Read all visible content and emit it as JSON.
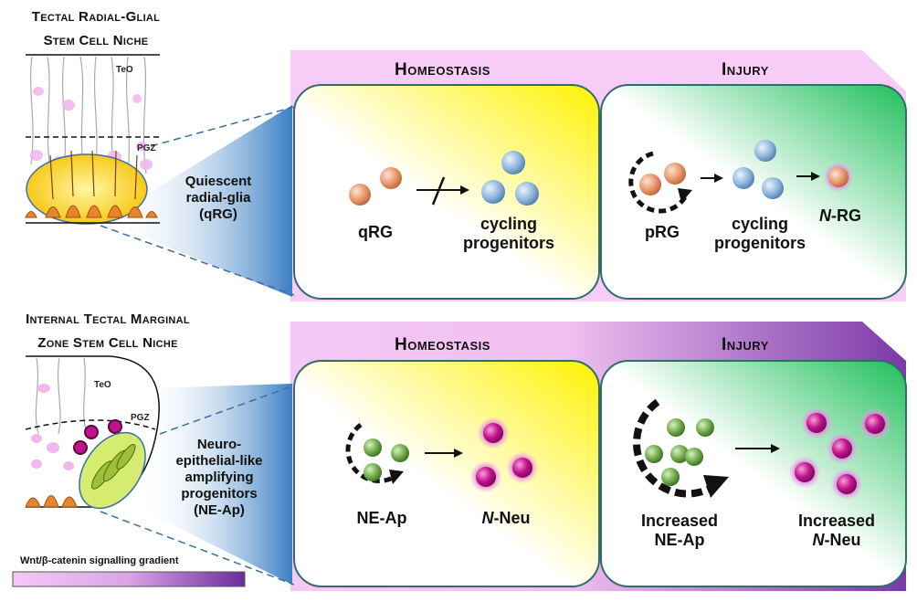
{
  "top_section": {
    "title_line1": "Tectal Radial-Glial",
    "title_line2": "Stem Cell Niche",
    "teo": "TeO",
    "pgz": "PGZ",
    "side_label_lines": [
      "Quiescent",
      "radial-glia",
      "(qRG)"
    ],
    "homeostasis_header": "Homeostasis",
    "injury_header": "Injury",
    "homeostasis": {
      "cell_label": "qRG",
      "result_label_lines": [
        "cycling",
        "progenitors"
      ]
    },
    "injury": {
      "cell_label": "pRG",
      "result_label_lines": [
        "cycling",
        "progenitors"
      ],
      "final_label_italic": "N",
      "final_label_rest": "-RG"
    }
  },
  "bottom_section": {
    "title_line1": "Internal Tectal Marginal",
    "title_line2": "Zone Stem Cell Niche",
    "teo": "TeO",
    "pgz": "PGZ",
    "side_label_lines": [
      "Neuro-",
      "epithelial-like",
      "amplifying",
      "progenitors",
      "(NE-Ap)"
    ],
    "homeostasis_header": "Homeostasis",
    "injury_header": "Injury",
    "homeostasis": {
      "cell_label": "NE-Ap",
      "result_italic": "N",
      "result_rest": "-Neu"
    },
    "injury": {
      "cell_label_lines": [
        "Increased",
        "NE-Ap"
      ],
      "result_line1": "Increased",
      "result_italic": "N",
      "result_rest": "-Neu"
    }
  },
  "legend": {
    "label": "Wnt/β-catenin signalling gradient"
  },
  "colors": {
    "pink": "#f5c8f5",
    "purple": "#7a3aa8",
    "yellow": "#fff200",
    "green": "#1fbf5a",
    "blue": "#3a7ec4",
    "orange_cell": "#e8956a",
    "blue_cell": "#8fb6dc",
    "green_cell": "#6fa84a",
    "magenta_cell": "#c0148c"
  }
}
